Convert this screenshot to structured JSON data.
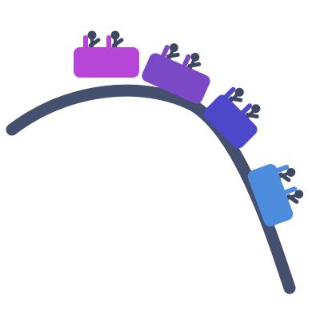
{
  "icon": "roller-coaster-icon",
  "colors": {
    "background": "#ffffff",
    "track": "#45506e",
    "riders": "#3f4763"
  },
  "cars": [
    {
      "name": "coaster-car-1",
      "color": "#b645d8"
    },
    {
      "name": "coaster-car-2",
      "color": "#7c49c6"
    },
    {
      "name": "coaster-car-3",
      "color": "#4d47c9"
    },
    {
      "name": "coaster-car-4",
      "color": "#4d8bdd"
    }
  ]
}
